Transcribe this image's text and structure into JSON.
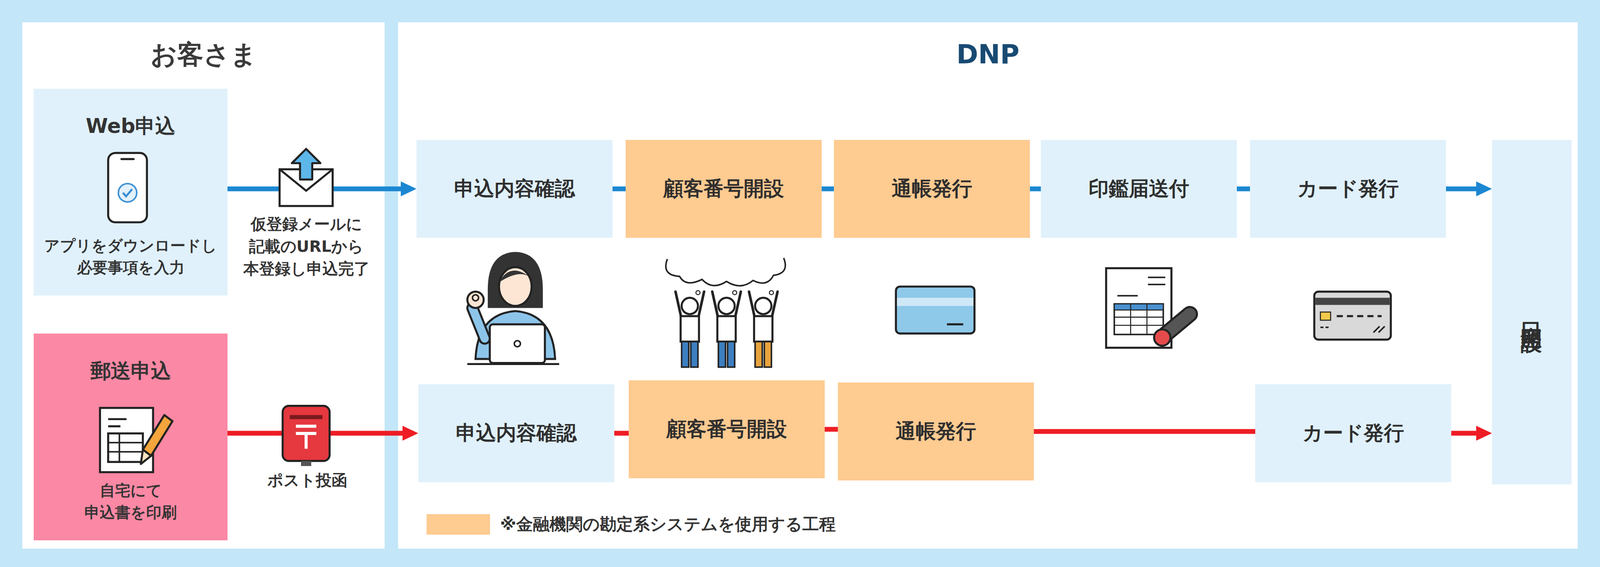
{
  "diagram": {
    "nodes": [
      {
        "text": [
          "お客さま"
        ]
      },
      {
        "text": [
          "DNP"
        ]
      },
      {
        "text": [
          "Web申込",
          "アプリをダウンロードし 必要事項を入力"
        ],
        "in": 0
      },
      {
        "text": [
          "郵送申込",
          "自宅にて 申込書を印刷"
        ],
        "in": 0
      },
      {
        "text": [
          "申込内容確認"
        ],
        "in": 1
      },
      {
        "text": [
          "顧客番号開設"
        ],
        "in": 1
      },
      {
        "text": [
          "通帳発行"
        ],
        "in": 1
      },
      {
        "text": [
          "印鑑届送付"
        ],
        "in": 1
      },
      {
        "text": [
          "カード発行"
        ],
        "in": 1
      },
      {
        "text": [
          "申込内容確認"
        ],
        "in": 1
      },
      {
        "text": [
          "顧客番号開設"
        ],
        "in": 1
      },
      {
        "text": [
          "通帳発行"
        ],
        "in": 1
      },
      {
        "text": [
          "カード発行"
        ],
        "in": 1
      },
      {
        "text": [
          "口座開設"
        ],
        "in": 1
      }
    ],
    "edges": [
      {
        "from": 2,
        "to": 4,
        "arrow": "to",
        "label": "仮登録メールに 記載のURLから 本登録し申込完了"
      },
      {
        "from": 4,
        "to": 5,
        "arrow": "none"
      },
      {
        "from": 5,
        "to": 6,
        "arrow": "none"
      },
      {
        "from": 6,
        "to": 7,
        "arrow": "none"
      },
      {
        "from": 7,
        "to": 8,
        "arrow": "none"
      },
      {
        "from": 8,
        "to": 13,
        "arrow": "to"
      },
      {
        "from": 3,
        "to": 9,
        "arrow": "to",
        "label": "ポスト投函"
      },
      {
        "from": 9,
        "to": 10,
        "arrow": "none"
      },
      {
        "from": 10,
        "to": 11,
        "arrow": "none"
      },
      {
        "from": 11,
        "to": 12,
        "arrow": "none"
      },
      {
        "from": 12,
        "to": 13,
        "arrow": "to"
      }
    ],
    "legend": [
      {
        "text": "※金融機関の勘定系システムを使用する工程",
        "color": "#fecb91"
      }
    ]
  }
}
